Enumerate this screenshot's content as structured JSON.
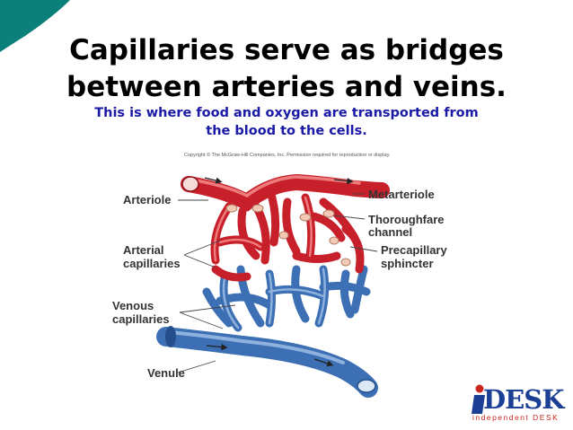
{
  "slide": {
    "title_line1": "Capillaries serve as bridges",
    "title_line2": "between arteries and veins.",
    "subtitle_line1": "This is where food and oxygen are transported from",
    "subtitle_line2": "the blood to the cells."
  },
  "figure": {
    "copyright": "Copyright © The McGraw-Hill Companies, Inc. Permission required for reproduction or display.",
    "labels": {
      "arteriole": "Arteriole",
      "metarteriole": "Metarteriole",
      "thoroughfare_1": "Thoroughfare",
      "thoroughfare_2": "channel",
      "arterial_1": "Arterial",
      "arterial_2": "capillaries",
      "precapillary_1": "Precapillary",
      "precapillary_2": "sphincter",
      "venous_1": "Venous",
      "venous_2": "capillaries",
      "venule": "Venule"
    },
    "colors": {
      "artery": "#c8202a",
      "vein": "#3c6fb4",
      "sphincter": "#f2c9b4"
    }
  },
  "logo": {
    "main": "DESK",
    "sub": "independent DESK",
    "icon": "i-letter-icon"
  },
  "colors": {
    "title": "#000000",
    "subtitle": "#1a1aa6",
    "corner_accent": "#0b7f7a"
  }
}
